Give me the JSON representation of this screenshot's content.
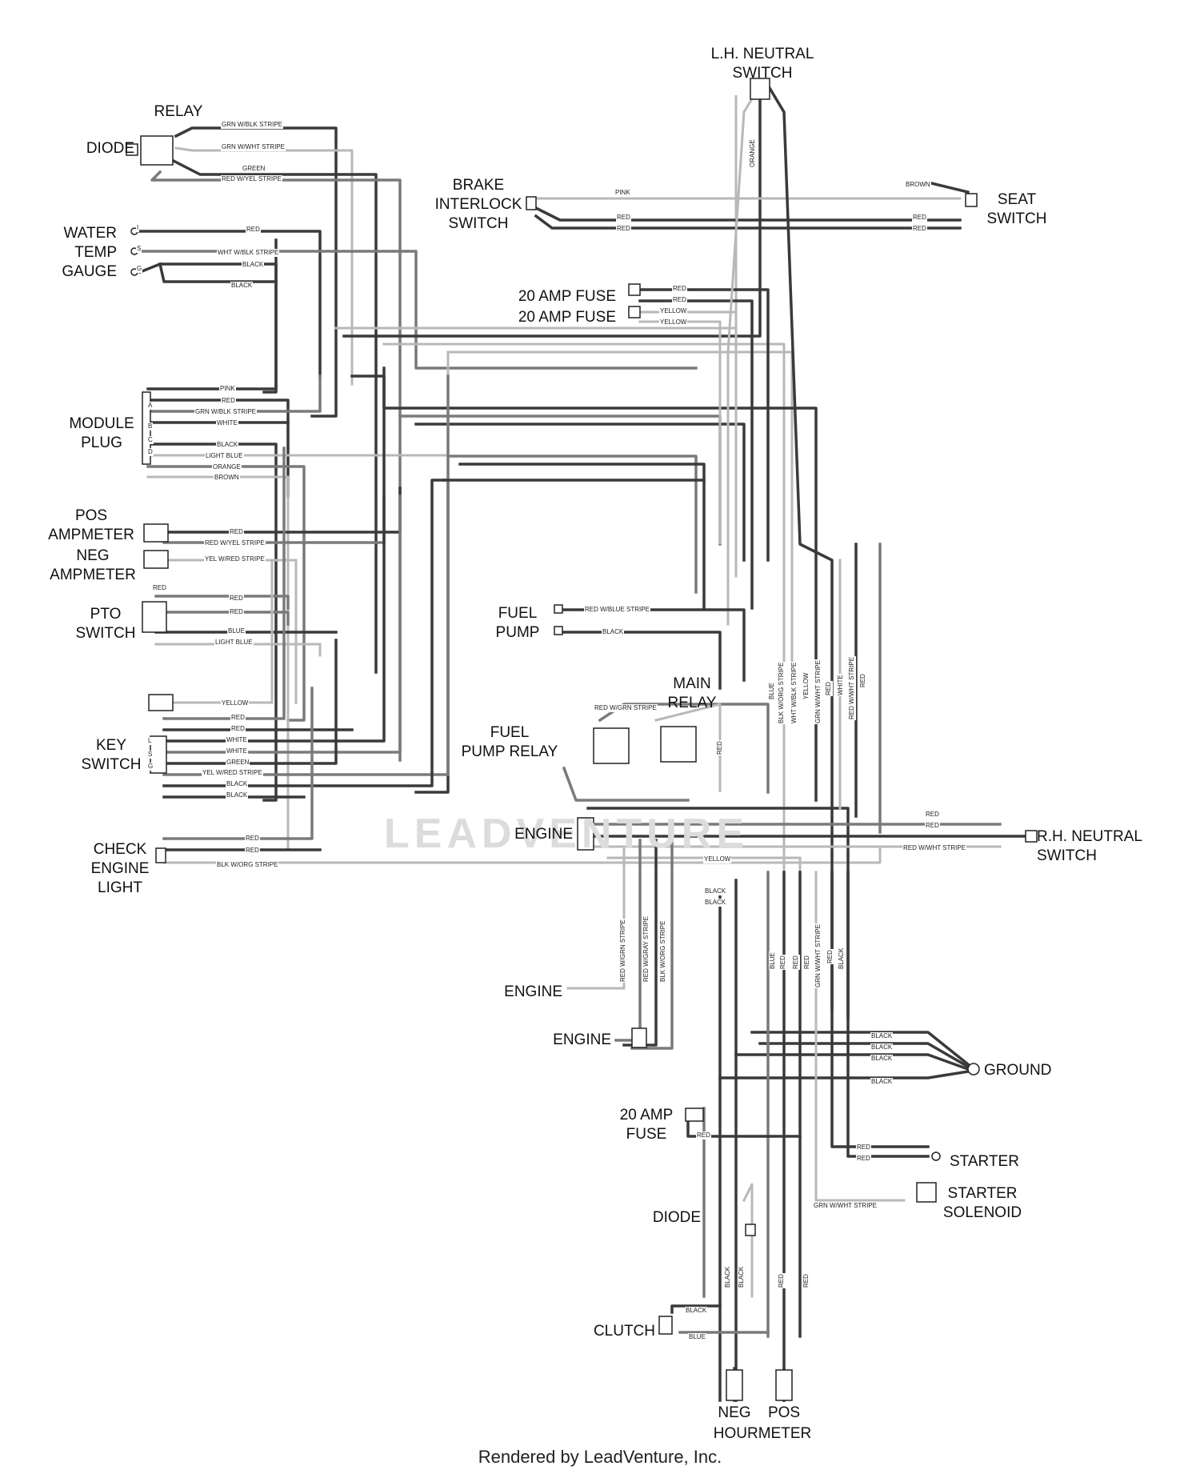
{
  "components": {
    "relay": "RELAY",
    "diode_top": "DIODE",
    "water_temp_gauge": "WATER\nTEMP\nGAUGE",
    "module_plug": "MODULE\nPLUG",
    "pos_ampmeter": "POS\nAMPMETER",
    "neg_ampmeter": "NEG\nAMPMETER",
    "pto_switch": "PTO\nSWITCH",
    "key_switch": "KEY\nSWITCH",
    "check_engine_light": "CHECK\nENGINE\nLIGHT",
    "lh_neutral_switch": "L.H. NEUTRAL\nSWITCH",
    "brake_interlock_switch": "BRAKE\nINTERLOCK\nSWITCH",
    "seat_switch": "SEAT\nSWITCH",
    "fuse_20a_1": "20 AMP FUSE",
    "fuse_20a_2": "20 AMP FUSE",
    "fuel_pump": "FUEL\nPUMP",
    "fuel_pump_relay": "FUEL\nPUMP RELAY",
    "main_relay": "MAIN\nRELAY",
    "engine_1": "ENGINE",
    "rh_neutral_switch": "R.H. NEUTRAL\nSWITCH",
    "engine_2": "ENGINE",
    "engine_3": "ENGINE",
    "ground": "GROUND",
    "fuse_20a_3": "20 AMP\nFUSE",
    "starter": "STARTER",
    "starter_solenoid": "STARTER\nSOLENOID",
    "diode_bottom": "DIODE",
    "clutch": "CLUTCH",
    "neg": "NEG",
    "pos": "POS",
    "hourmeter": "HOURMETER"
  },
  "wires": {
    "grn_blk": "GRN W/BLK STRIPE",
    "grn_wht": "GRN W/WHT STRIPE",
    "red_yel": "RED W/YEL STRIPE",
    "red": "RED",
    "wht_blk": "WHT W/BLK STRIPE",
    "black": "BLACK",
    "pink": "PINK",
    "white": "WHITE",
    "light_blue": "LIGHT BLUE",
    "orange": "ORANGE",
    "brown": "BROWN",
    "green": "GREEN",
    "yel_red": "YEL W/RED STRIPE",
    "blue": "BLUE",
    "yellow": "YELLOW",
    "blk_org": "BLK W/ORG STRIPE",
    "red_blue": "RED W/BLUE STRIPE",
    "red_grn": "RED W/GRN STRIPE",
    "red_wht": "RED W/WHT STRIPE",
    "blk_org_short": "BLK W/ORG STRIPE",
    "grn_wht_short": "GRN W/WHT STRIPE",
    "red_gray": "RED W/GRAY STRIPE"
  },
  "pins": {
    "t1": "I",
    "t2": "S",
    "t3": "G",
    "a": "A",
    "b": "B",
    "c": "C",
    "d": "D",
    "l": "L",
    "sp": "S",
    "gp": "G"
  },
  "watermark": "LEADVENTURE",
  "footer": "Rendered by LeadVenture, Inc.",
  "colors": {
    "dark": "#3a3a3a",
    "mid": "#7a7a7a",
    "light": "#b8b8b8",
    "ink": "#111111"
  }
}
